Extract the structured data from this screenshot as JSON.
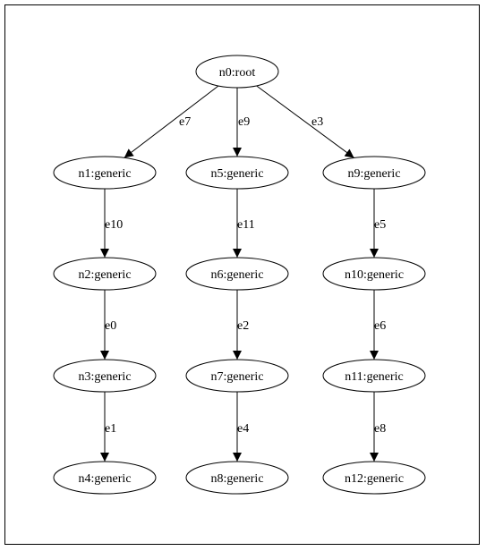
{
  "nodes": [
    {
      "id": "n0",
      "label": "n0:root"
    },
    {
      "id": "n1",
      "label": "n1:generic"
    },
    {
      "id": "n2",
      "label": "n2:generic"
    },
    {
      "id": "n3",
      "label": "n3:generic"
    },
    {
      "id": "n4",
      "label": "n4:generic"
    },
    {
      "id": "n5",
      "label": "n5:generic"
    },
    {
      "id": "n6",
      "label": "n6:generic"
    },
    {
      "id": "n7",
      "label": "n7:generic"
    },
    {
      "id": "n8",
      "label": "n8:generic"
    },
    {
      "id": "n9",
      "label": "n9:generic"
    },
    {
      "id": "n10",
      "label": "n10:generic"
    },
    {
      "id": "n11",
      "label": "n11:generic"
    },
    {
      "id": "n12",
      "label": "n12:generic"
    }
  ],
  "edges": [
    {
      "id": "e7",
      "label": "e7",
      "from": "n0",
      "to": "n1"
    },
    {
      "id": "e9",
      "label": "e9",
      "from": "n0",
      "to": "n5"
    },
    {
      "id": "e3",
      "label": "e3",
      "from": "n0",
      "to": "n9"
    },
    {
      "id": "e10",
      "label": "e10",
      "from": "n1",
      "to": "n2"
    },
    {
      "id": "e0",
      "label": "e0",
      "from": "n2",
      "to": "n3"
    },
    {
      "id": "e1",
      "label": "e1",
      "from": "n3",
      "to": "n4"
    },
    {
      "id": "e11",
      "label": "e11",
      "from": "n5",
      "to": "n6"
    },
    {
      "id": "e2",
      "label": "e2",
      "from": "n6",
      "to": "n7"
    },
    {
      "id": "e4",
      "label": "e4",
      "from": "n7",
      "to": "n8"
    },
    {
      "id": "e5",
      "label": "e5",
      "from": "n9",
      "to": "n10"
    },
    {
      "id": "e6",
      "label": "e6",
      "from": "n10",
      "to": "n11"
    },
    {
      "id": "e8",
      "label": "e8",
      "from": "n11",
      "to": "n12"
    }
  ]
}
